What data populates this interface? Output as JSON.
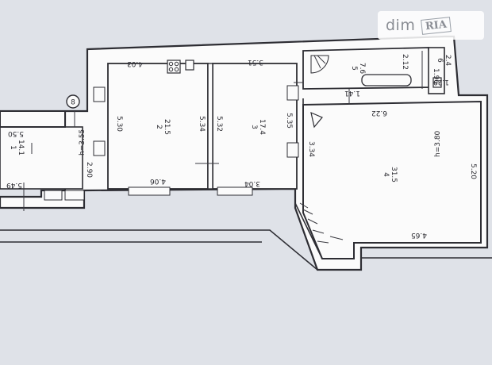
{
  "watermark": {
    "dim": "dim",
    "ria": "RIA"
  },
  "marker": "8",
  "heights": {
    "left": "h=3.55",
    "right": "h=3.80"
  },
  "rooms": [
    {
      "number": "1",
      "area": "14.1"
    },
    {
      "number": "2",
      "area": "21.5"
    },
    {
      "number": "3",
      "area": "17.4"
    },
    {
      "number": "4",
      "area": "31.5"
    },
    {
      "number": "5",
      "area": "7.6"
    },
    {
      "number": "6",
      "area": "2.4"
    }
  ],
  "dimensions": {
    "d_4_03": "4.03",
    "d_3_51": "3.51",
    "d_5_30": "5.30",
    "d_5_34": "5.34",
    "d_5_32": "5.32",
    "d_5_35": "5.35",
    "d_5_50": "5.50",
    "d_2_90": "2.90",
    "d_5_49": "5.49",
    "d_4_06": "4.06",
    "d_3_04": "3.04",
    "d_3_34": "3.34",
    "d_1_41": "1.41",
    "d_6_22": "6.22",
    "d_5_20": "5.20",
    "d_4_65": "4.65",
    "d_2_12": "2.12",
    "d_1_96": "1.96",
    "d_1_29": "1.29"
  },
  "colors": {
    "background": "#dfe2e8",
    "wall": "#2d2d33",
    "interior": "#fbfbfb"
  }
}
